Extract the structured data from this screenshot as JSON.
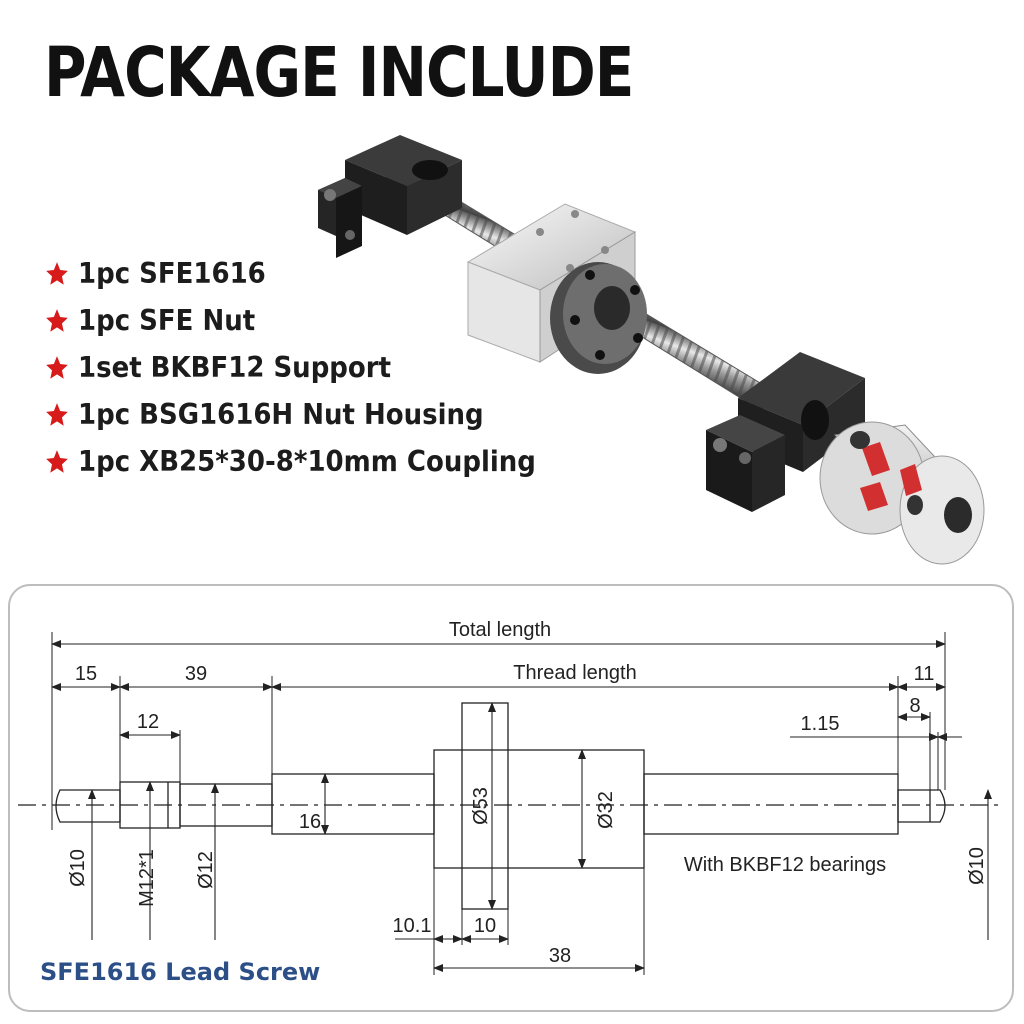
{
  "header": {
    "title": "PACKAGE INCLUDE"
  },
  "package_items": [
    "1pc SFE1616",
    "1pc SFE Nut",
    "1set BKBF12 Support",
    "1pc BSG1616H Nut Housing",
    "1pc XB25*30-8*10mm Coupling"
  ],
  "colors": {
    "star": "#d71a1a",
    "caption": "#2b4f86",
    "block": "#1e1e1e",
    "coupling_insert": "#d23030"
  },
  "drawing": {
    "total_length": "Total length",
    "thread_length": "Thread length",
    "dim_15": "15",
    "dim_39": "39",
    "dim_12": "12",
    "dim_11": "11",
    "dim_8": "8",
    "dim_1_15": "1.15",
    "dim_16": "16",
    "dia_53": "Ø53",
    "dia_32": "Ø32",
    "dia_10_left": "Ø10",
    "thread_m12": "M12*1",
    "dia_12": "Ø12",
    "dia_10_right": "Ø10",
    "bearings_note": "With BKBF12 bearings",
    "dim_10_1": "10.1",
    "dim_10": "10",
    "dim_38": "38"
  },
  "caption": "SFE1616 Lead Screw"
}
